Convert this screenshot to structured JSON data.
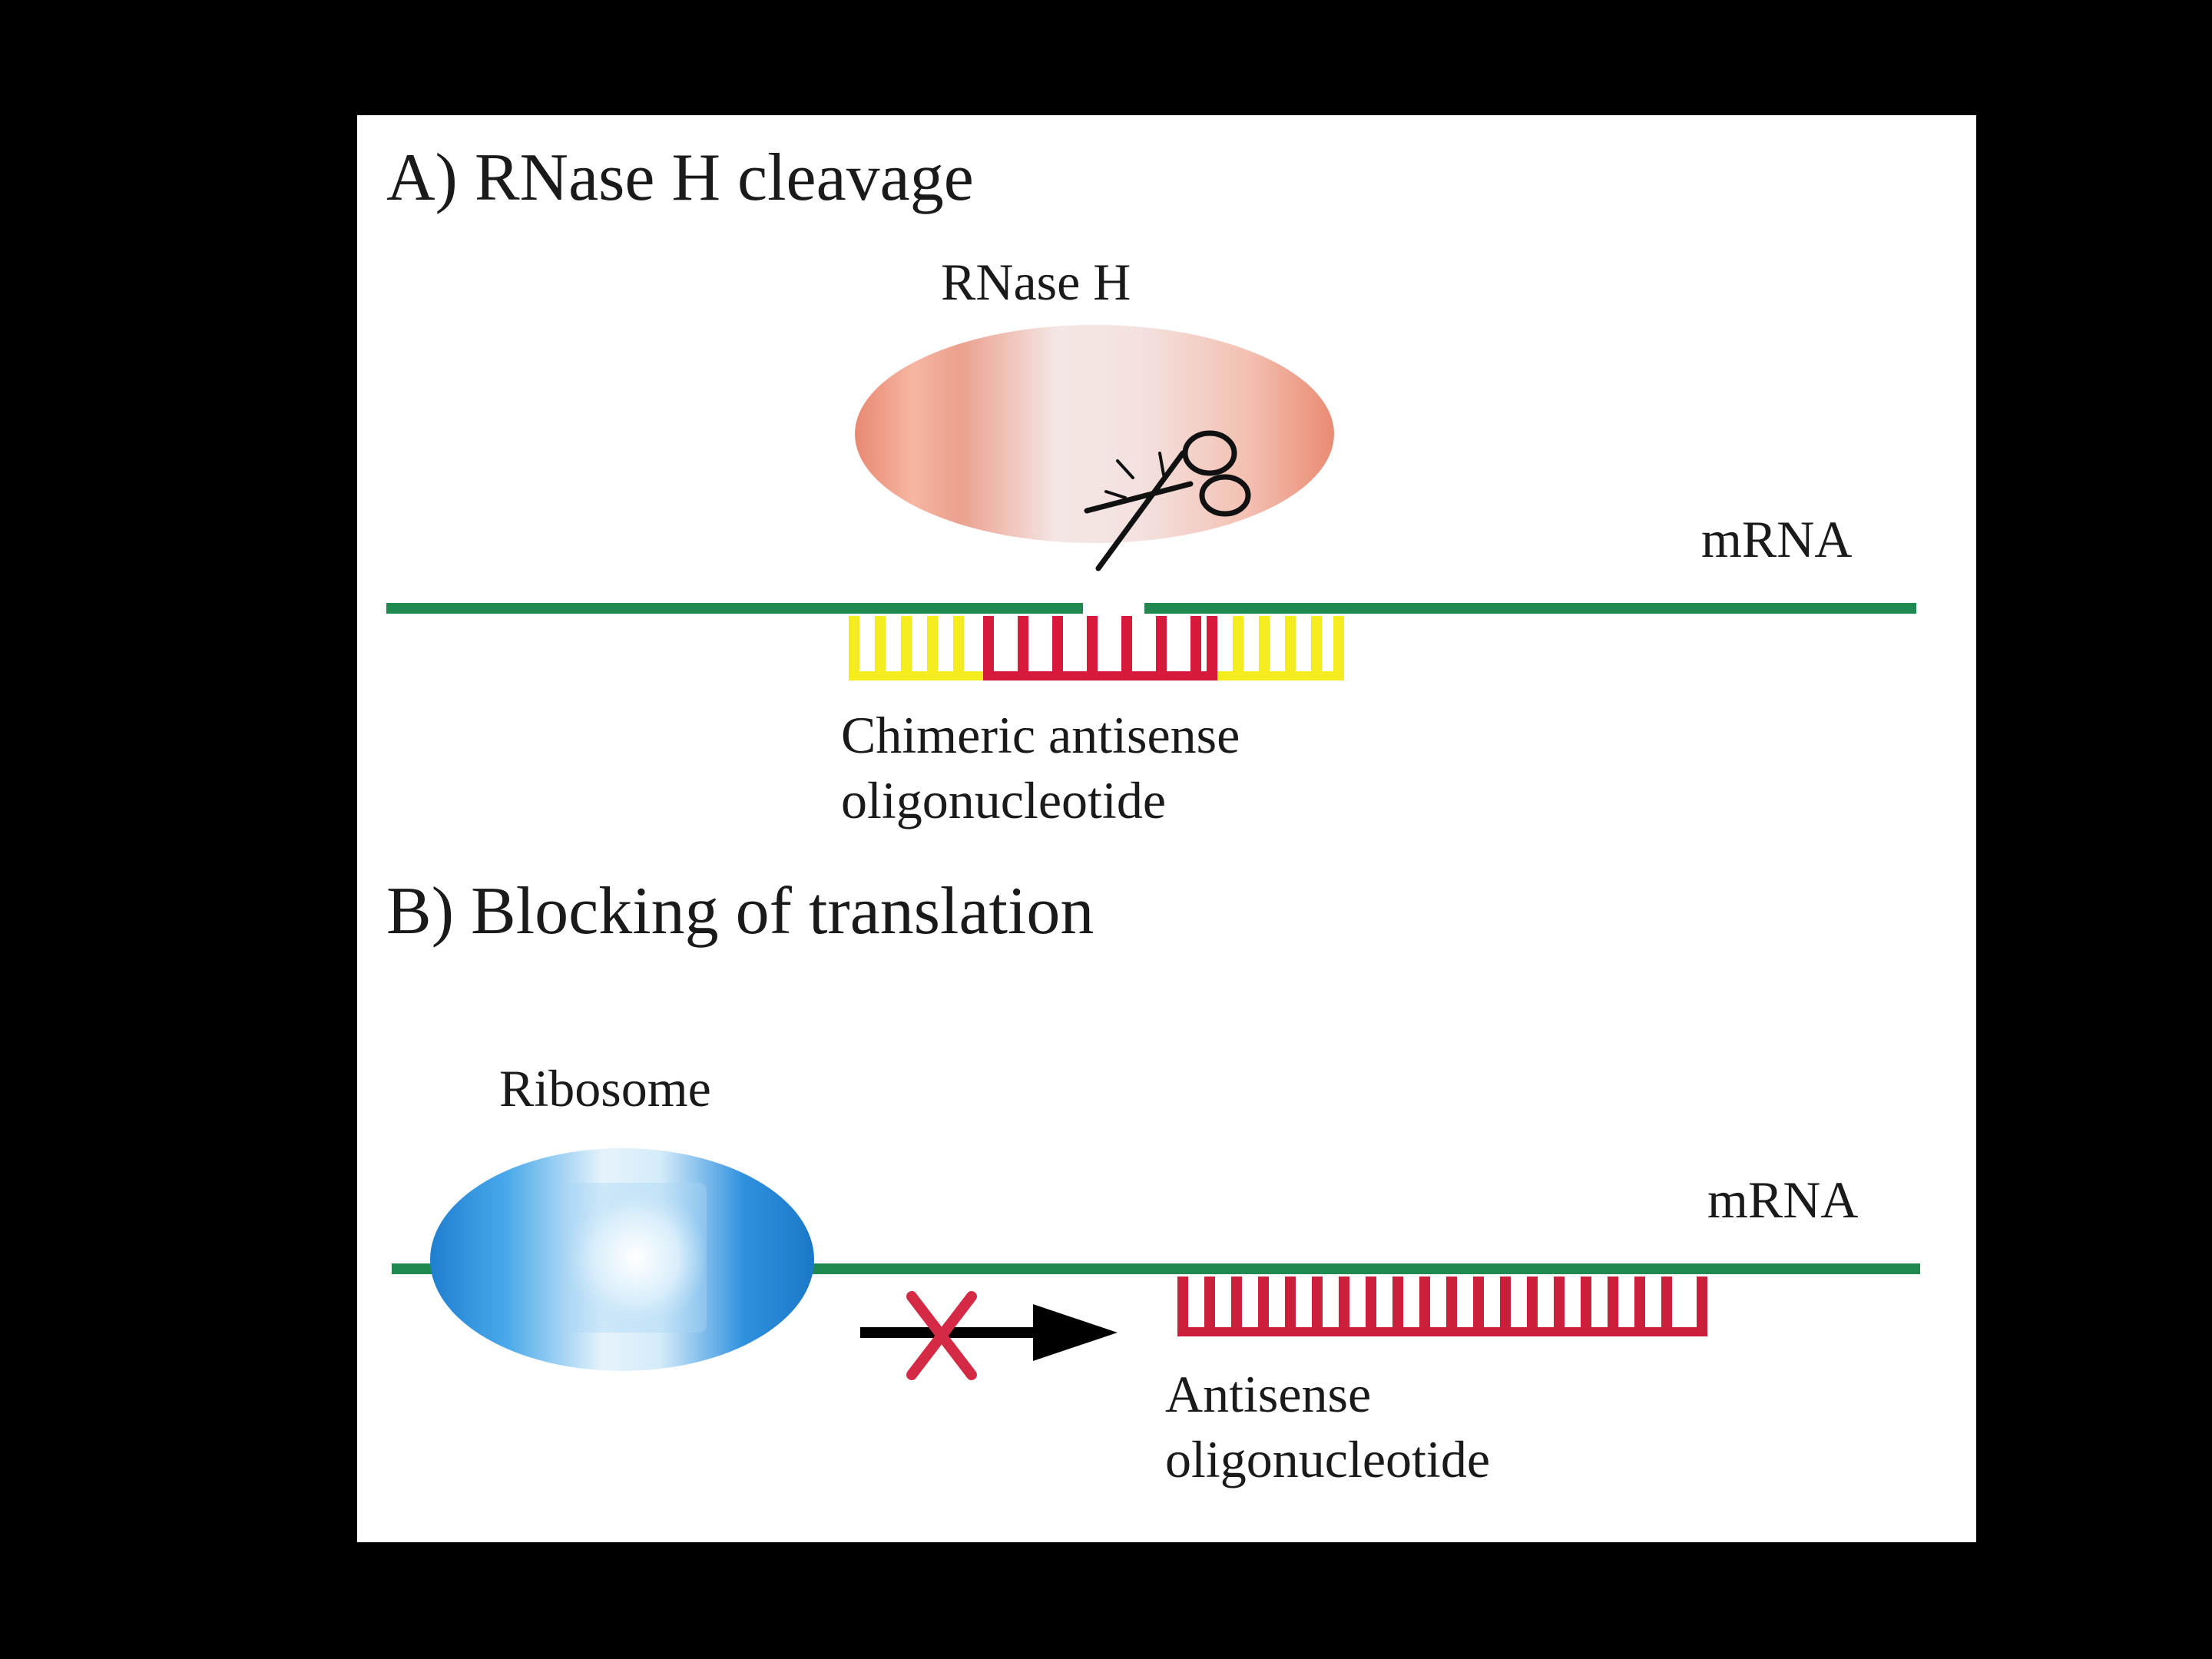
{
  "colors": {
    "background": "#000000",
    "panel": "#ffffff",
    "mrna": "#1e8a50",
    "dna_gap": "#d7193c",
    "wing": "#f4ec1e",
    "antisense": "#cc1f3c",
    "ribosome": "#2e8fd8",
    "rnase": "#e98870",
    "arrow": "#000000",
    "cross": "#d42a45"
  },
  "panel_a": {
    "title": "A) RNase H cleavage",
    "enzyme_label": "RNase H",
    "mrna_label": "mRNA",
    "oligo_label_line1": "Chimeric antisense",
    "oligo_label_line2": "oligonucleotide",
    "icons": [
      "scissors-icon"
    ]
  },
  "panel_b": {
    "title": "B) Blocking of translation",
    "ribosome_label": "Ribosome",
    "mrna_label": "mRNA",
    "oligo_label_line1": "Antisense",
    "oligo_label_line2": "oligonucleotide",
    "icons": [
      "blocked-arrow-icon",
      "x-mark-icon"
    ]
  }
}
